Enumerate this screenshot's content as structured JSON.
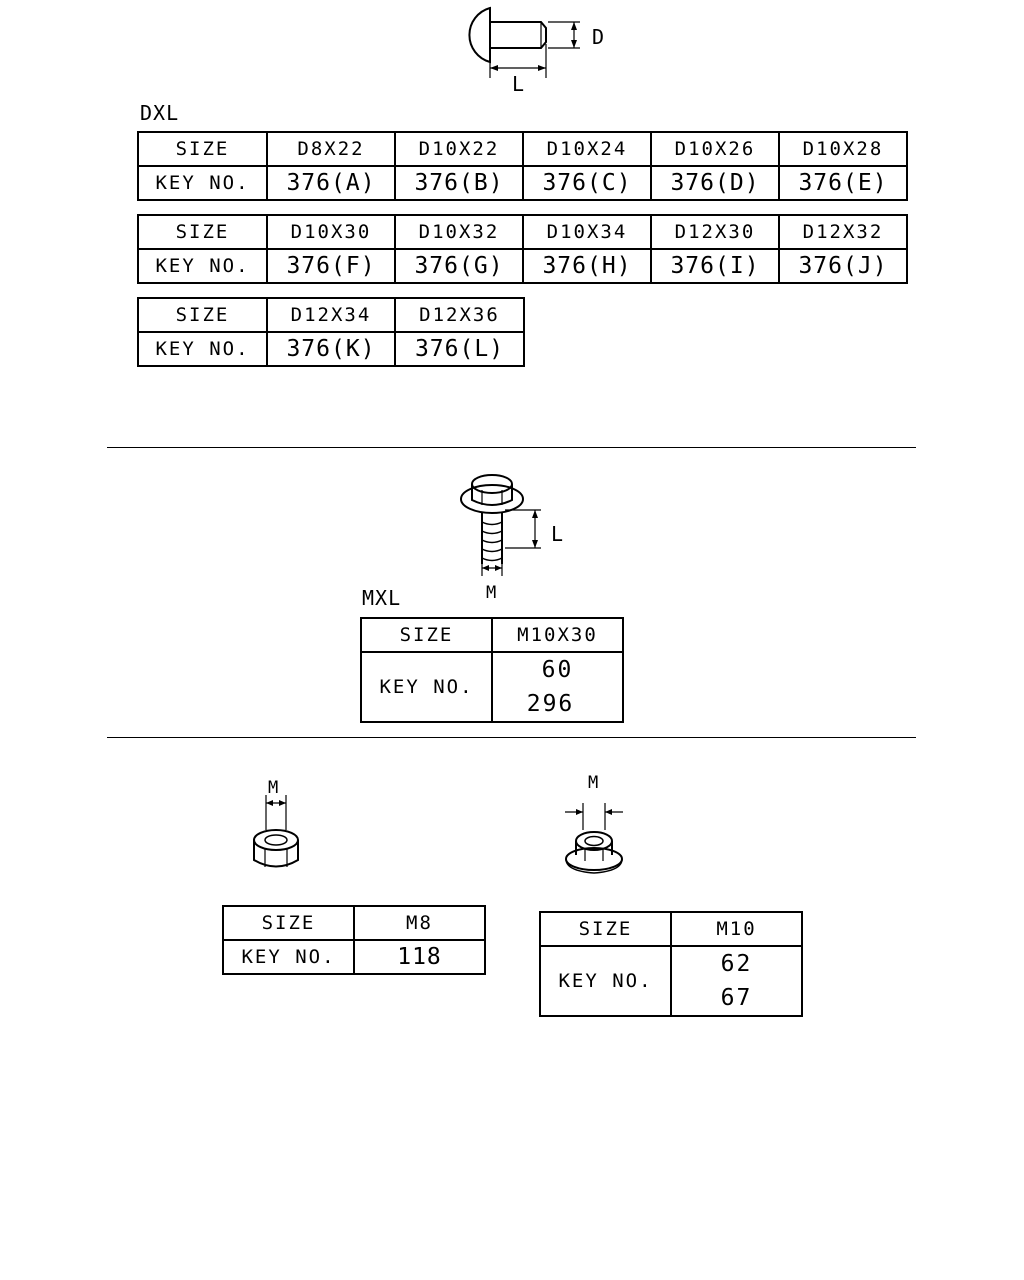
{
  "rivet": {
    "dim_d": "D",
    "dim_l": "L",
    "caption": "DXL",
    "header_label": "SIZE",
    "key_label": "KEY NO.",
    "tables": [
      {
        "sizes": [
          "D8X22",
          "D10X22",
          "D10X24",
          "D10X26",
          "D10X28"
        ],
        "keys": [
          "376(A)",
          "376(B)",
          "376(C)",
          "376(D)",
          "376(E)"
        ]
      },
      {
        "sizes": [
          "D10X30",
          "D10X32",
          "D10X34",
          "D12X30",
          "D12X32"
        ],
        "keys": [
          "376(F)",
          "376(G)",
          "376(H)",
          "376(I)",
          "376(J)"
        ]
      },
      {
        "sizes": [
          "D12X34",
          "D12X36"
        ],
        "keys": [
          "376(K)",
          "376(L)"
        ]
      }
    ]
  },
  "bolt": {
    "dim_l": "L",
    "dim_m": "M",
    "caption": "MXL",
    "header_label": "SIZE",
    "key_label": "KEY NO.",
    "size": "M10X30",
    "keys": [
      "60",
      "296"
    ]
  },
  "nut": {
    "dim_m": "M",
    "header_label": "SIZE",
    "key_label": "KEY NO.",
    "size": "M8",
    "keys": [
      "118"
    ]
  },
  "flange_nut": {
    "dim_m": "M",
    "header_label": "SIZE",
    "key_label": "KEY NO.",
    "size": "M10",
    "keys": [
      "62",
      "67"
    ]
  }
}
